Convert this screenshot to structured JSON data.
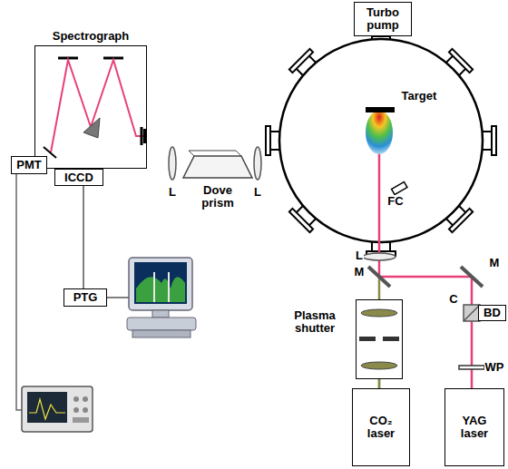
{
  "diagram": {
    "nodes": [
      {
        "text": [
          "Spectrograph"
        ]
      },
      {
        "text": [
          "PMT"
        ]
      },
      {
        "text": [
          "ICCD"
        ]
      },
      {
        "text": [
          "PTG"
        ]
      },
      {
        "text": [
          "Turbo pump"
        ]
      },
      {
        "text": [
          "Plasma shutter"
        ]
      },
      {
        "text": [
          "CO₂ laser"
        ]
      },
      {
        "text": [
          "YAG laser"
        ]
      },
      {
        "text": [
          "BD"
        ]
      }
    ],
    "edges": [
      {
        "from": 2,
        "to": 3,
        "arrow": "none"
      },
      {
        "from": 6,
        "to": 5,
        "arrow": "none"
      }
    ],
    "labels": [
      "L",
      "Dove prism",
      "L",
      "Target",
      "FC",
      "L",
      "M",
      "M",
      "C",
      "WP"
    ]
  }
}
